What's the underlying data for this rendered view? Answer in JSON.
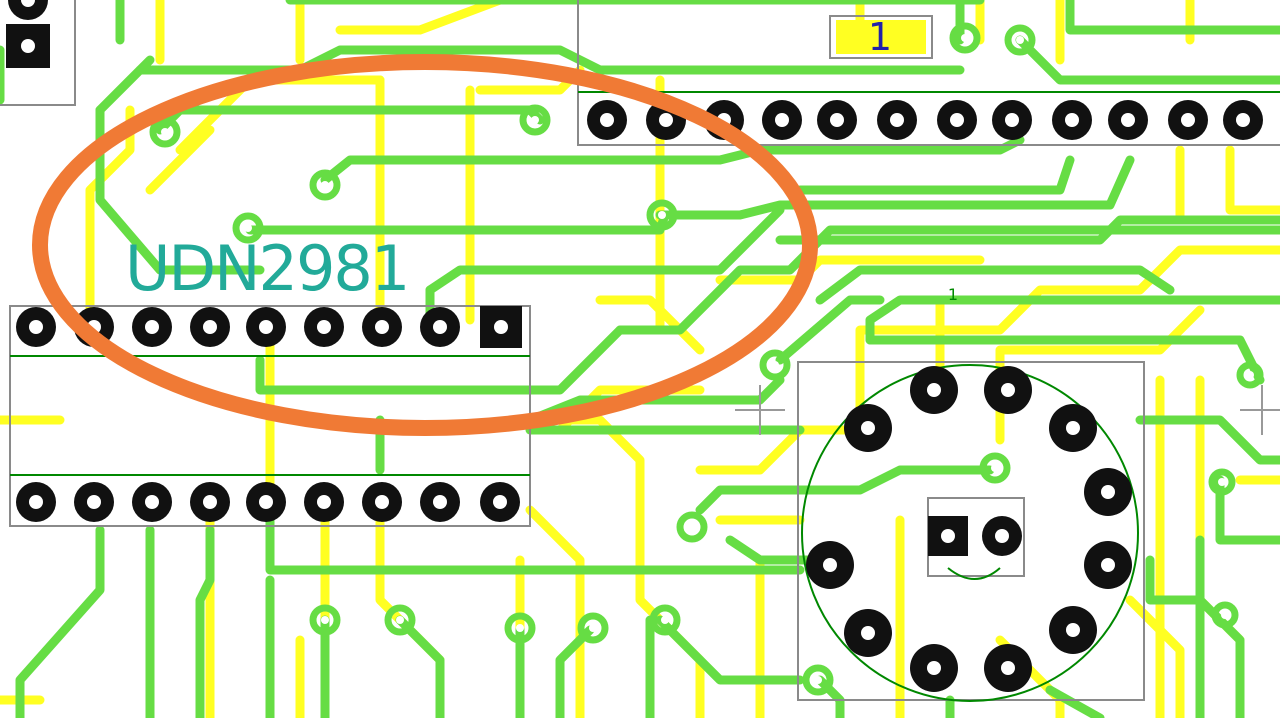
{
  "board": {
    "chip_label": "UDN2981",
    "small_part_label": "1",
    "pin1_marker": "1"
  },
  "colors": {
    "top_copper": "#66dd44",
    "bottom_copper": "#ffff22",
    "pad": "#111111",
    "outline": "#8a8a8a",
    "silkscreen": "#008800",
    "highlight_ellipse": "#f07a35",
    "label_text": "#22aa99",
    "small_label_text": "#2222aa"
  },
  "icons": [
    "highlight-ellipse",
    "crosshair-icon"
  ]
}
